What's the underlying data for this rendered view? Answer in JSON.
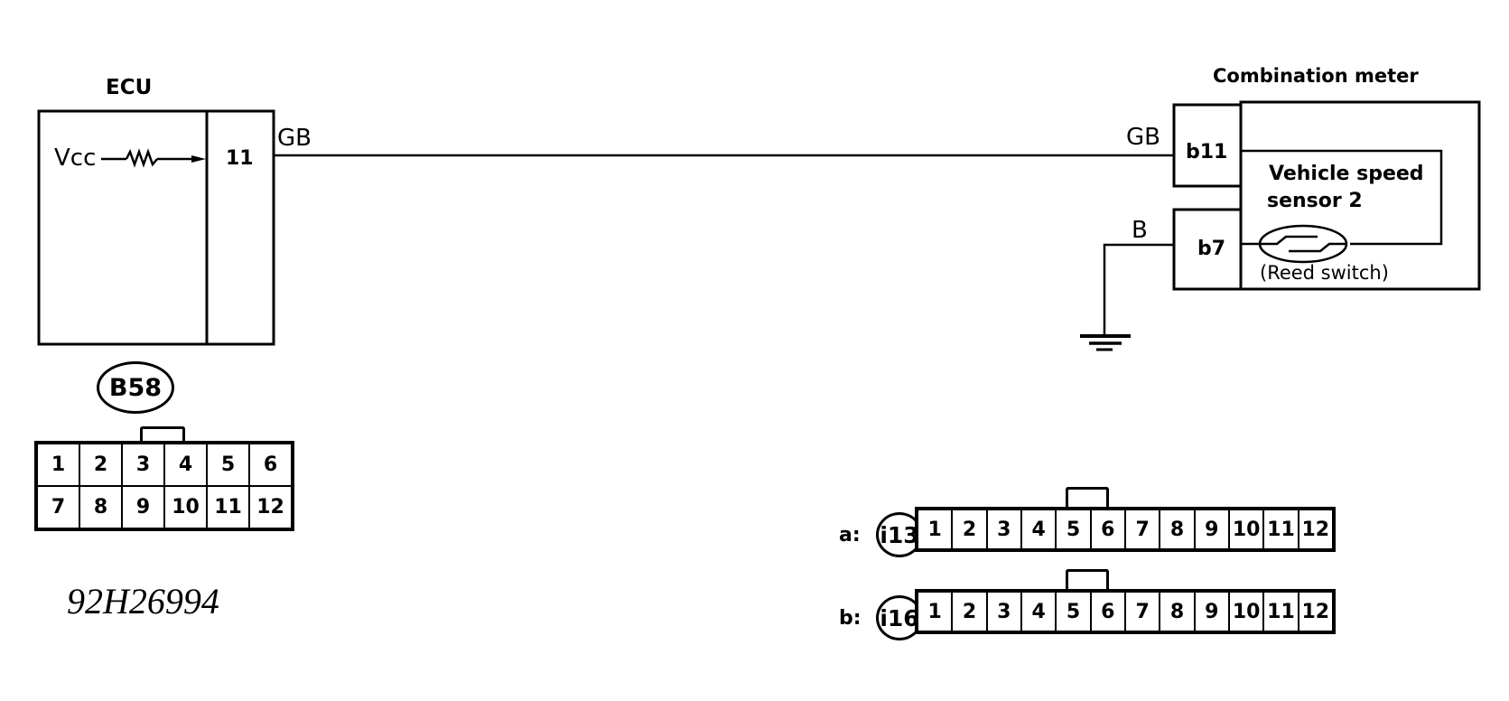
{
  "diagram": {
    "drawing_code": "92H26994",
    "ecu": {
      "title": "ECU",
      "supply_label": "Vcc",
      "terminal": "11",
      "wire_color_out": "GB"
    },
    "combination_meter": {
      "title": "Combination meter",
      "terminal_signal": "b11",
      "terminal_ground": "b7",
      "wire_color_in": "GB",
      "ground_wire_color": "B",
      "sensor_label_line1": "Vehicle speed",
      "sensor_label_line2": "sensor 2",
      "switch_label": "(Reed switch)"
    },
    "connectors": {
      "b58": {
        "id": "B58",
        "pins_row1": [
          "1",
          "2",
          "3",
          "4",
          "5",
          "6"
        ],
        "pins_row2": [
          "7",
          "8",
          "9",
          "10",
          "11",
          "12"
        ]
      },
      "i13": {
        "prefix": "a:",
        "id": "i13",
        "pins": [
          "1",
          "2",
          "3",
          "4",
          "5",
          "6",
          "7",
          "8",
          "9",
          "10",
          "11",
          "12"
        ]
      },
      "i16": {
        "prefix": "b:",
        "id": "i16",
        "pins": [
          "1",
          "2",
          "3",
          "4",
          "5",
          "6",
          "7",
          "8",
          "9",
          "10",
          "11",
          "12"
        ]
      }
    }
  }
}
